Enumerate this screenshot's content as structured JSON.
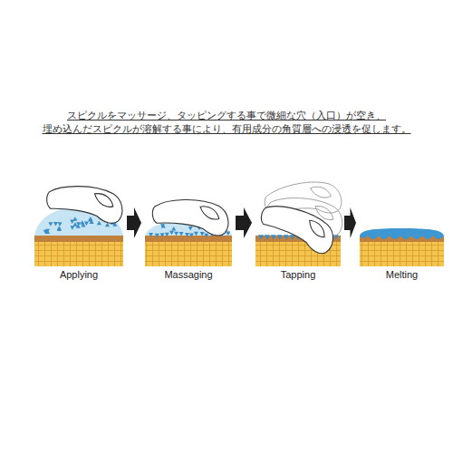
{
  "diagram": {
    "nodes": [
      {
        "text": [
          "Applying"
        ]
      },
      {
        "text": [
          "Massaging"
        ]
      },
      {
        "text": [
          "Tapping"
        ]
      },
      {
        "text": [
          "Melting"
        ]
      }
    ],
    "edges": [
      {
        "from": 0,
        "to": 1,
        "arrow": "to"
      },
      {
        "from": 1,
        "to": 2,
        "arrow": "to"
      },
      {
        "from": 2,
        "to": 3,
        "arrow": "to"
      }
    ],
    "labels": [
      "スピクルをマッサージ、タッピングする事で微細な穴（入口）が空き、",
      "埋め込んだスピクルが溶解する事により、有用成分の角質層への浸透を促します。"
    ]
  }
}
